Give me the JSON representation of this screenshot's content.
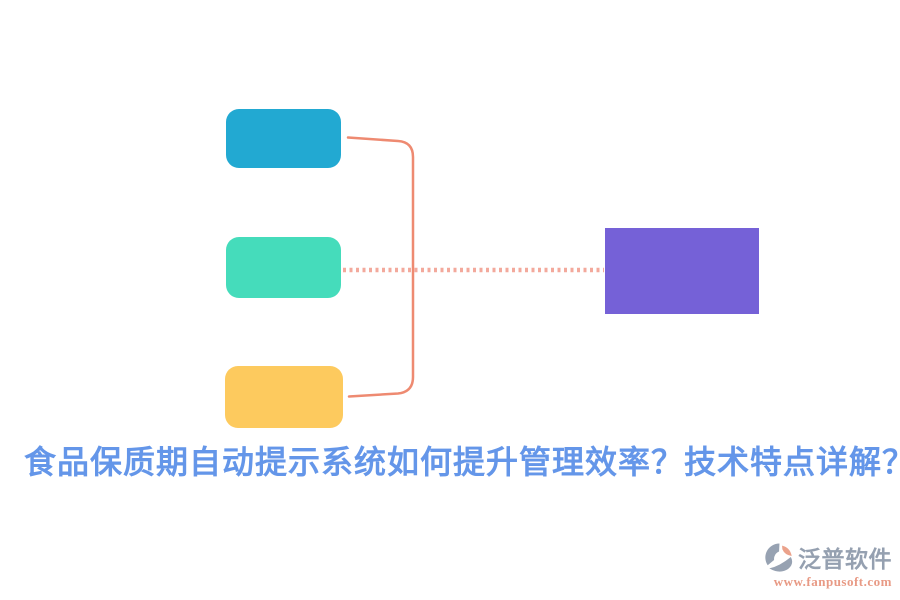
{
  "title": {
    "text": "食品保质期自动提示系统如何提升管理效率？技术特点详解？",
    "color": "#6496e9"
  },
  "diagram": {
    "nodes": [
      {
        "id": "branch-top",
        "label": "",
        "color": "#22a9d2"
      },
      {
        "id": "branch-middle",
        "label": "",
        "color": "#45dcbb"
      },
      {
        "id": "branch-bottom",
        "label": "",
        "color": "#fdca5e"
      },
      {
        "id": "root",
        "label": "",
        "color": "#7561d7"
      }
    ],
    "connectors": {
      "bracket_color": "#ee8a71",
      "dotted_color": "#f3a99c"
    }
  },
  "branding": {
    "name": "泛普软件",
    "url": "www.fanpusoft.com",
    "name_color": "#95a0b0",
    "url_color": "#e89a85",
    "icon_gray": "#97a2b2",
    "icon_accent": "#eba28b"
  }
}
